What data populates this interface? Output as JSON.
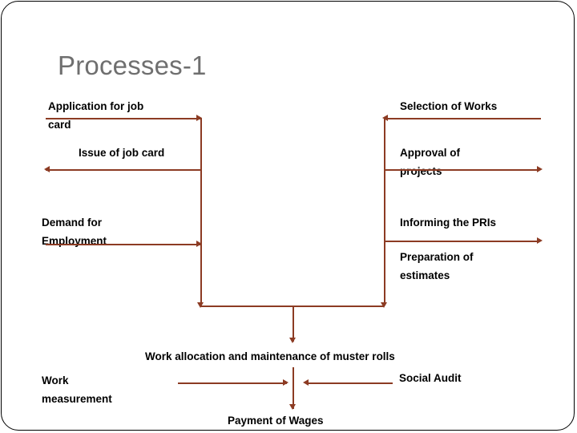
{
  "slide": {
    "title": "Processes-1",
    "title_color": "#6f6f6f",
    "connector_color": "#8c3b23",
    "frame_color": "#000000",
    "background": "#ffffff"
  },
  "nodes": {
    "application_for_job_card": "Application for job\ncard",
    "issue_of_job_card": "Issue of job card",
    "demand_for_employment": "Demand for\nEmployment",
    "selection_of_works": "Selection of Works",
    "approval_of_projects": "Approval of\nprojects",
    "informing_the_pris": "Informing the PRIs",
    "preparation_of_estimates": "Preparation of\nestimates",
    "work_allocation": "Work allocation and maintenance of muster rolls",
    "work_measurement": "Work\nmeasurement",
    "social_audit": "Social Audit",
    "payment_of_wages": "Payment of Wages"
  },
  "flow": {
    "left_column": [
      "Application for job card",
      "Issue of job card",
      "Demand for Employment"
    ],
    "right_column": [
      "Selection of Works",
      "Approval of projects",
      "Informing the PRIs",
      "Preparation of estimates"
    ],
    "bottom": [
      "Work allocation and maintenance of muster rolls",
      "Work measurement",
      "Social Audit",
      "Payment of Wages"
    ]
  }
}
